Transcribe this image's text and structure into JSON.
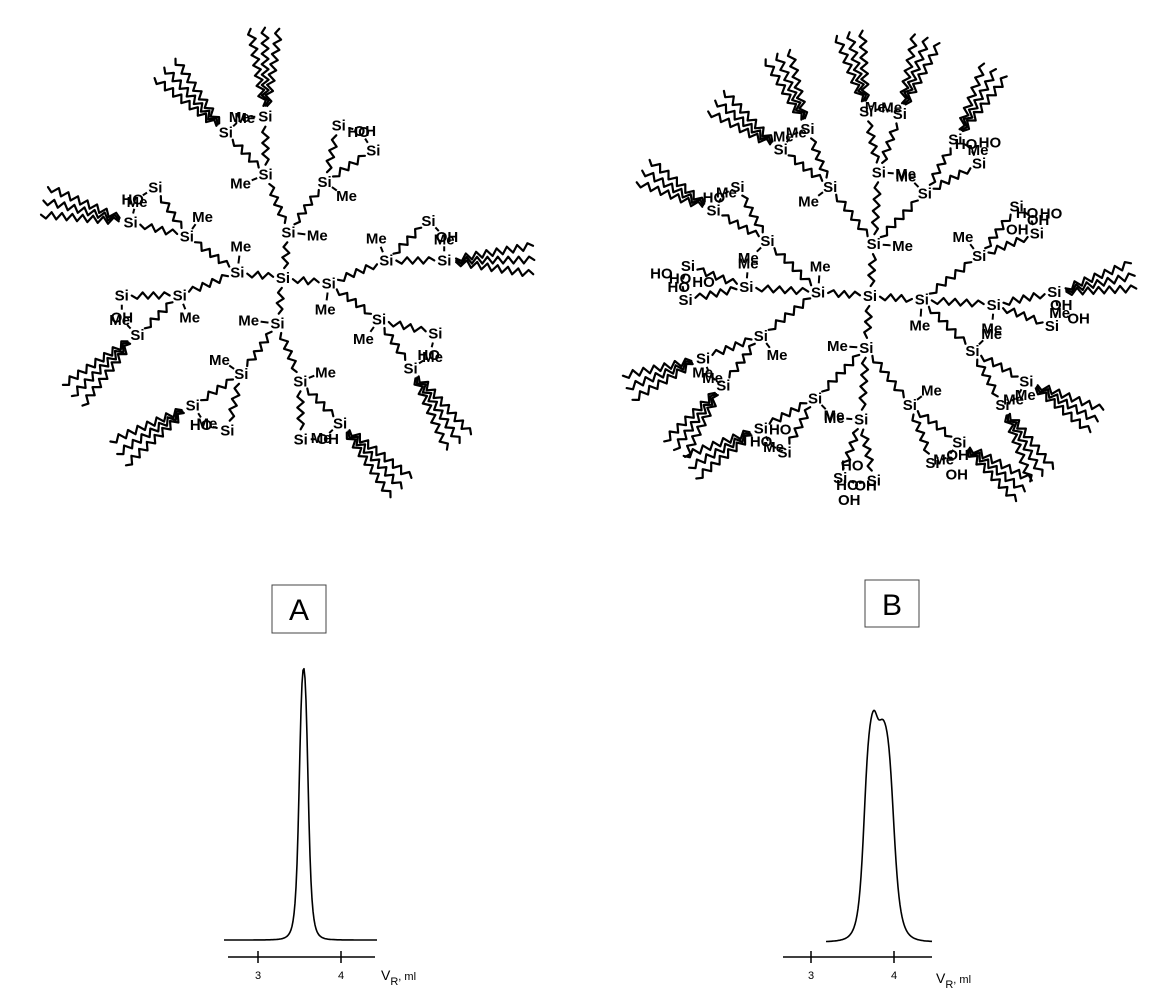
{
  "panels": [
    {
      "id": "A",
      "label": "A",
      "chromatogram": {
        "axis_label": "V",
        "axis_label_sub": "R",
        "axis_unit": ", ml",
        "ticks": [
          3,
          4
        ],
        "peak": {
          "center": 3.55,
          "shape": "single narrow peak"
        }
      }
    },
    {
      "id": "B",
      "label": "B",
      "chromatogram": {
        "axis_label": "V",
        "axis_label_sub": "R",
        "axis_unit": ", ml",
        "ticks": [
          3,
          4
        ],
        "peak": {
          "centers": [
            3.72,
            3.9
          ],
          "shape": "broader split (double) peak"
        }
      }
    }
  ],
  "atom_labels": {
    "si": "Si",
    "me": "Me",
    "oh": "OH",
    "ho": "HO"
  },
  "colors": {
    "ink": "#000000",
    "box_border": "#444444"
  }
}
